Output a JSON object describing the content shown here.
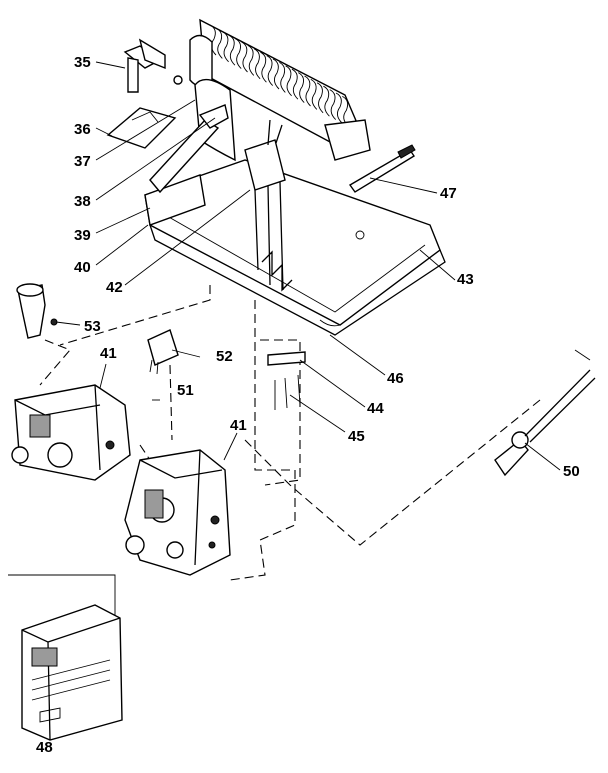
{
  "diagram": {
    "callouts": [
      {
        "id": "c35",
        "text": "35"
      },
      {
        "id": "c36",
        "text": "36"
      },
      {
        "id": "c37",
        "text": "37"
      },
      {
        "id": "c38",
        "text": "38"
      },
      {
        "id": "c39",
        "text": "39"
      },
      {
        "id": "c40",
        "text": "40"
      },
      {
        "id": "c41a",
        "text": "41"
      },
      {
        "id": "c41b",
        "text": "41"
      },
      {
        "id": "c42",
        "text": "42"
      },
      {
        "id": "c43",
        "text": "43"
      },
      {
        "id": "c44",
        "text": "44"
      },
      {
        "id": "c45",
        "text": "45"
      },
      {
        "id": "c46",
        "text": "46"
      },
      {
        "id": "c47",
        "text": "47"
      },
      {
        "id": "c48",
        "text": "48"
      },
      {
        "id": "c50",
        "text": "50"
      },
      {
        "id": "c51",
        "text": "51"
      },
      {
        "id": "c52",
        "text": "52"
      },
      {
        "id": "c53",
        "text": "53"
      }
    ]
  }
}
